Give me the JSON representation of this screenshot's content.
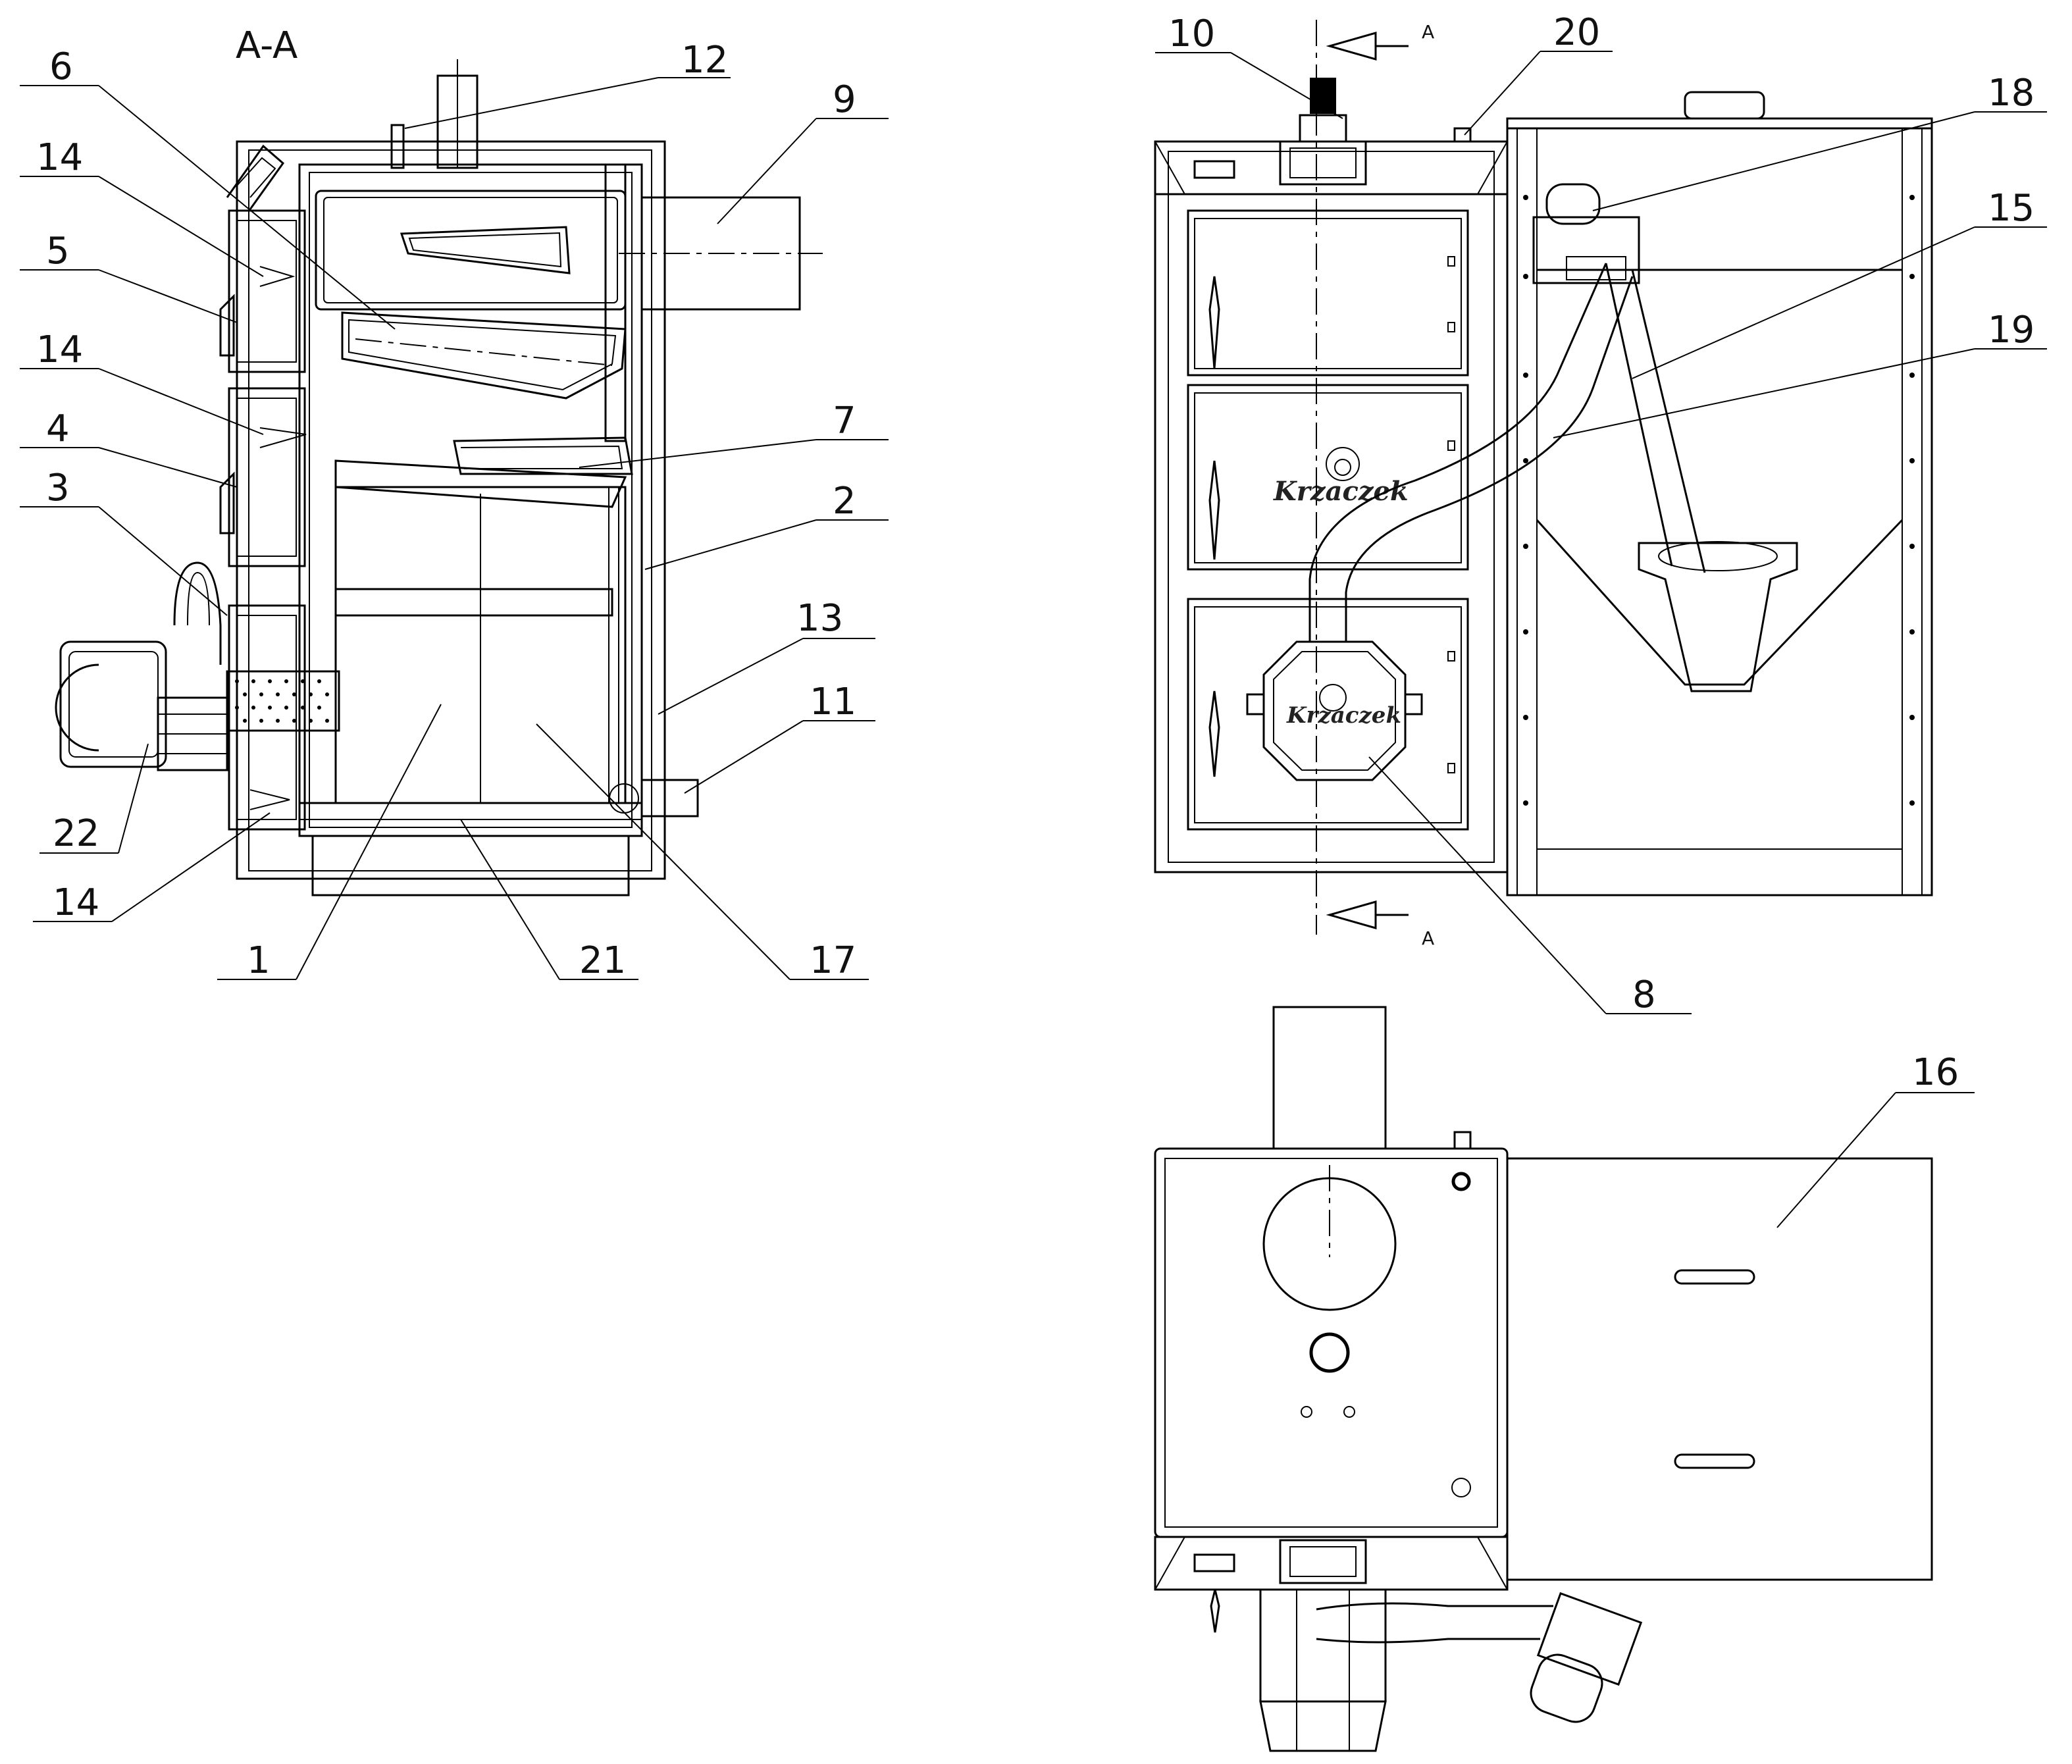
{
  "section_title": "A-A",
  "section_marker": "A",
  "brand": "Krzaczek",
  "callouts": {
    "c1": "1",
    "c2": "2",
    "c3": "3",
    "c4": "4",
    "c5": "5",
    "c6": "6",
    "c7": "7",
    "c8": "8",
    "c9": "9",
    "c10": "10",
    "c11": "11",
    "c12": "12",
    "c13": "13",
    "c14": "14",
    "c15": "15",
    "c16": "16",
    "c17": "17",
    "c18": "18",
    "c19": "19",
    "c20": "20",
    "c21": "21",
    "c22": "22"
  }
}
